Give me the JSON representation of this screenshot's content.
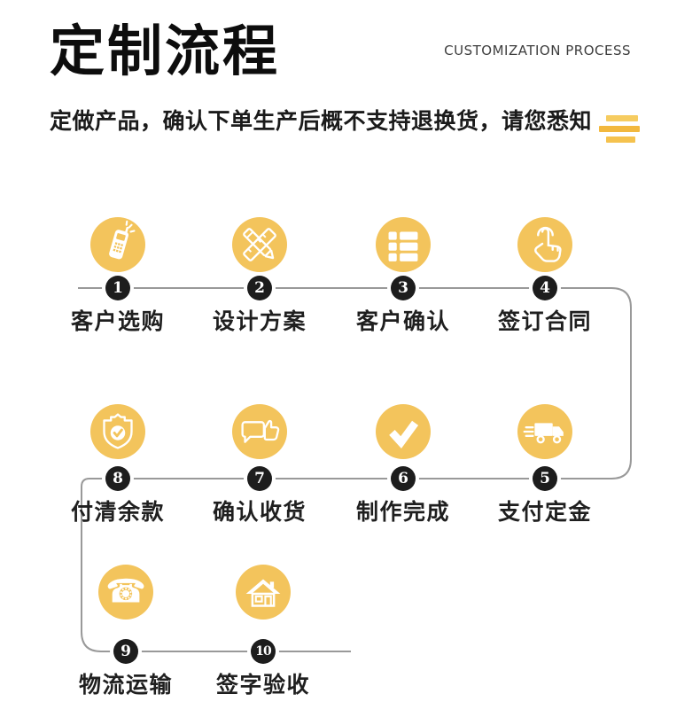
{
  "header": {
    "title": "定制流程",
    "subtitle_en": "CUSTOMIZATION PROCESS",
    "notice": "定做产品，确认下单生产后概不支持退换货，请您悉知"
  },
  "colors": {
    "accent_yellow": "#F3C45C",
    "badge_black": "#1D1D1D",
    "line_gray": "#999999"
  },
  "steps": [
    {
      "number": "1",
      "label": "客户选购",
      "icon": "cellphone-icon"
    },
    {
      "number": "2",
      "label": "设计方案",
      "icon": "ruler-pencil-icon"
    },
    {
      "number": "3",
      "label": "客户确认",
      "icon": "list-icon"
    },
    {
      "number": "4",
      "label": "签订合同",
      "icon": "tap-hand-icon"
    },
    {
      "number": "5",
      "label": "支付定金",
      "icon": "delivery-truck-icon"
    },
    {
      "number": "6",
      "label": "制作完成",
      "icon": "checkmark-icon"
    },
    {
      "number": "7",
      "label": "确认收货",
      "icon": "thumbs-up-bubble-icon"
    },
    {
      "number": "8",
      "label": "付清余款",
      "icon": "shield-check-icon"
    },
    {
      "number": "9",
      "label": "物流运输",
      "icon": "telephone-icon"
    },
    {
      "number": "10",
      "label": "签字验收",
      "icon": "house-icon"
    }
  ]
}
